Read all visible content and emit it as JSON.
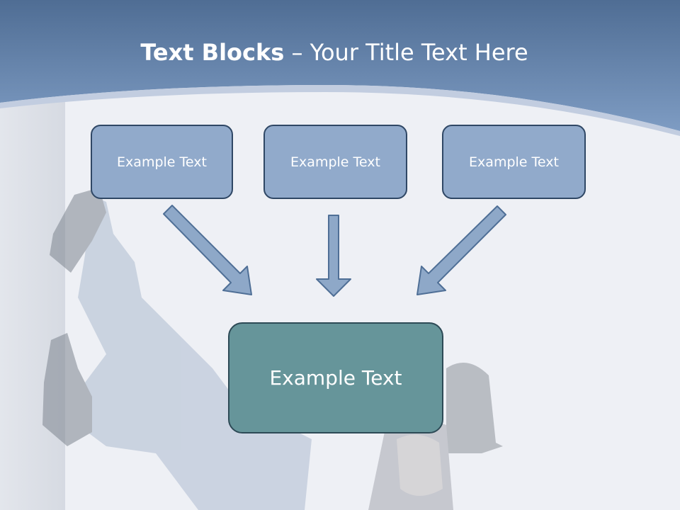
{
  "slide": {
    "title_bold": "Text Blocks",
    "title_rest": " – Your Title Text Here",
    "top_boxes": [
      {
        "label": "Example Text"
      },
      {
        "label": "Example Text"
      },
      {
        "label": "Example Text"
      }
    ],
    "bottom_box": {
      "label": "Example Text"
    }
  },
  "colors": {
    "header": "#5f7fa8",
    "small_box_fill": "#91aacb",
    "small_box_border": "#2f4765",
    "big_box_fill": "#66959a",
    "big_box_border": "#2d4a56",
    "background": "#eef0f5"
  }
}
